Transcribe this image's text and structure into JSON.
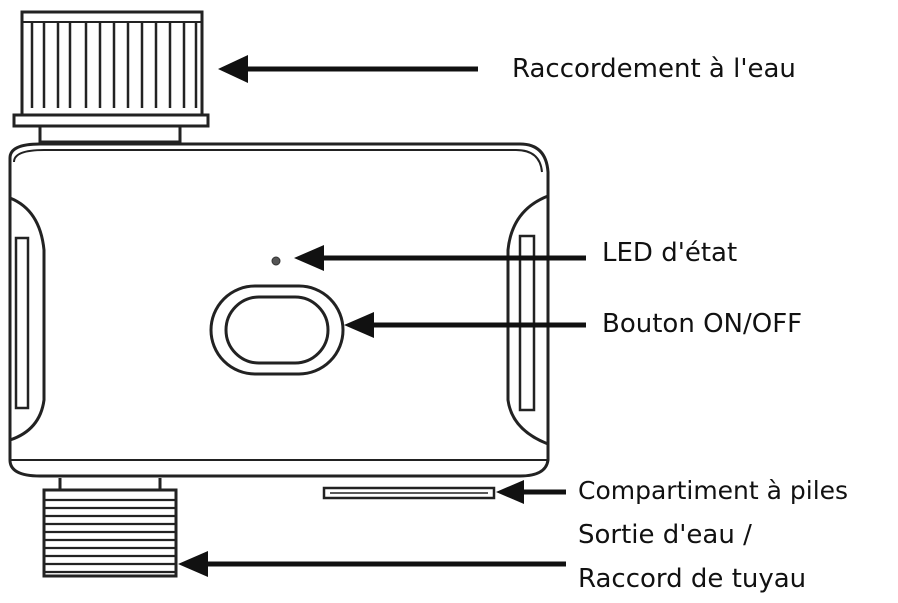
{
  "labels": {
    "water_connection": "Raccordement à l'eau",
    "status_led": "LED d'état",
    "on_off_button": "Bouton ON/OFF",
    "battery_compartment": "Compartiment à piles",
    "water_outlet_line1": "Sortie d'eau /",
    "water_outlet_line2": "Raccord de tuyau"
  }
}
